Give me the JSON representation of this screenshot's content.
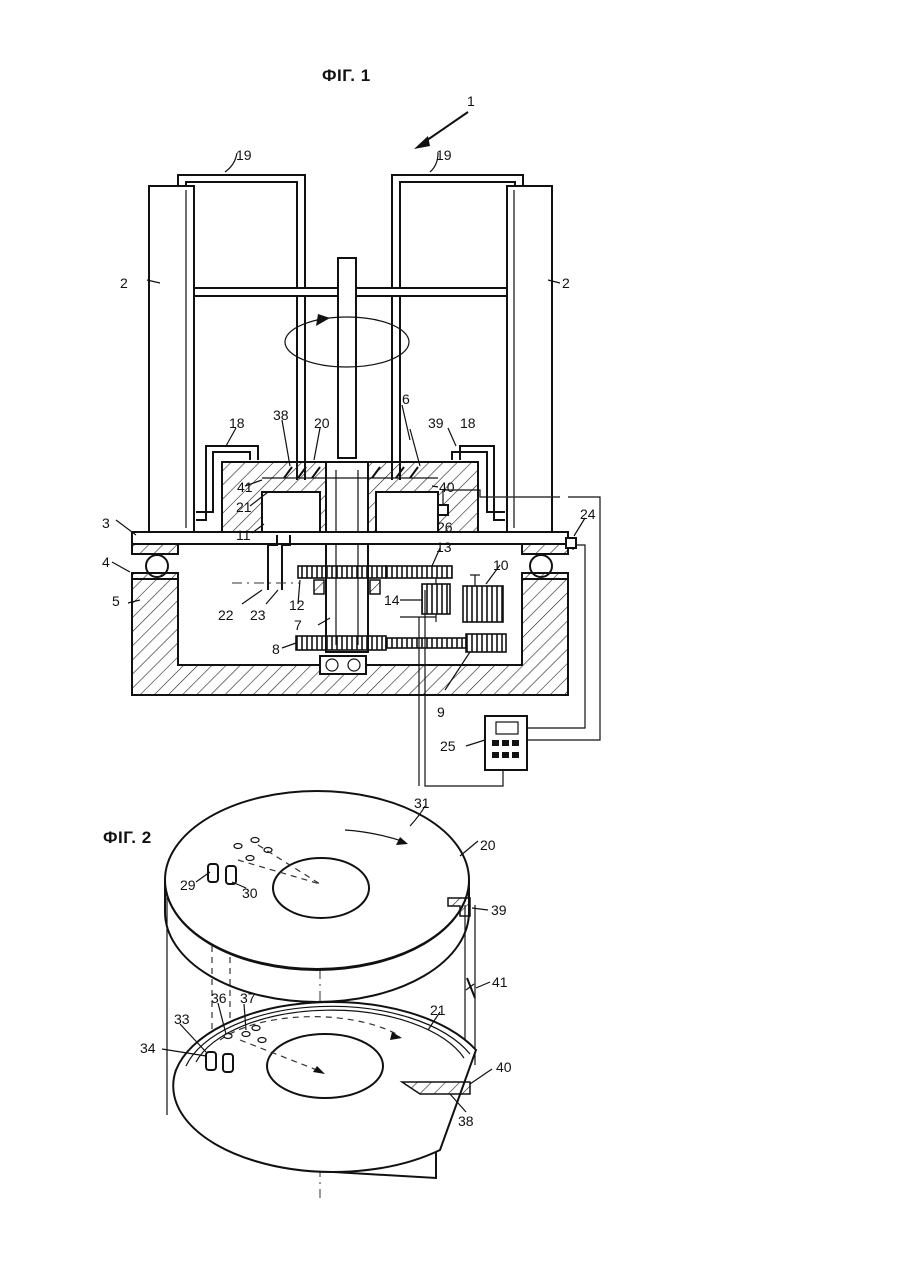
{
  "fig1": {
    "title": "ФIГ. 1",
    "labels": [
      "1",
      "2",
      "2",
      "19",
      "19",
      "6",
      "18",
      "18",
      "38",
      "20",
      "39",
      "41",
      "40",
      "21",
      "26",
      "11",
      "3",
      "4",
      "24",
      "5",
      "13",
      "10",
      "14",
      "22",
      "23",
      "12",
      "7",
      "8",
      "9",
      "25"
    ]
  },
  "fig2": {
    "title": "ФIГ. 2",
    "labels": [
      "31",
      "20",
      "29",
      "30",
      "39",
      "41",
      "21",
      "36",
      "37",
      "33",
      "34",
      "40",
      "38"
    ]
  }
}
